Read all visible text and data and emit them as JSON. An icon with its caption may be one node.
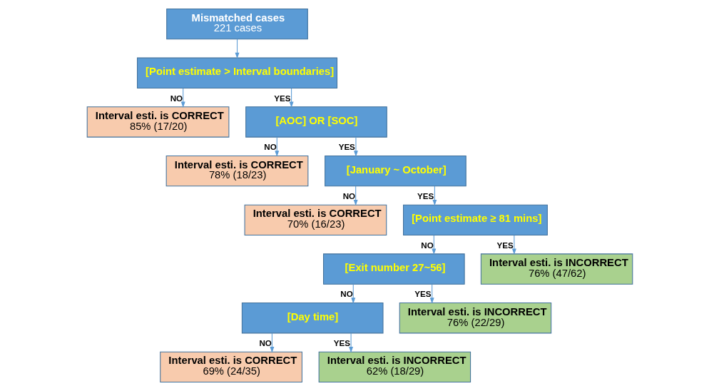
{
  "diagram": {
    "nodes": [
      {
        "text": [
          "Mismatched cases",
          "221 cases"
        ]
      },
      {
        "text": [
          "[Point estimate > Interval boundaries]"
        ]
      },
      {
        "text": [
          "Interval esti. is CORRECT",
          "85% (17/20)"
        ]
      },
      {
        "text": [
          "[AOC] OR [SOC]"
        ]
      },
      {
        "text": [
          "Interval esti. is CORRECT",
          "78% (18/23)"
        ]
      },
      {
        "text": [
          "[January ~ October]"
        ]
      },
      {
        "text": [
          "Interval esti. is CORRECT",
          "70% (16/23)"
        ]
      },
      {
        "text": [
          "[Point estimate ≥ 81 mins]"
        ]
      },
      {
        "text": [
          "[Exit number 27~56]"
        ]
      },
      {
        "text": [
          "Interval esti. is INCORRECT",
          "76% (47/62)"
        ]
      },
      {
        "text": [
          "[Day time]"
        ]
      },
      {
        "text": [
          "Interval esti. is INCORRECT",
          "76% (22/29)"
        ]
      },
      {
        "text": [
          "Interval esti. is CORRECT",
          "69% (24/35)"
        ]
      },
      {
        "text": [
          "Interval esti. is INCORRECT",
          "62% (18/29)"
        ]
      }
    ],
    "edges": [
      {
        "from": 0,
        "to": 1,
        "arrow": "to"
      },
      {
        "from": 1,
        "to": 2,
        "arrow": "to",
        "label": "NO"
      },
      {
        "from": 1,
        "to": 3,
        "arrow": "to",
        "label": "YES"
      },
      {
        "from": 3,
        "to": 4,
        "arrow": "to",
        "label": "NO"
      },
      {
        "from": 3,
        "to": 5,
        "arrow": "to",
        "label": "YES"
      },
      {
        "from": 5,
        "to": 6,
        "arrow": "to",
        "label": "NO"
      },
      {
        "from": 5,
        "to": 7,
        "arrow": "to",
        "label": "YES"
      },
      {
        "from": 7,
        "to": 8,
        "arrow": "to",
        "label": "NO"
      },
      {
        "from": 7,
        "to": 9,
        "arrow": "to",
        "label": "YES"
      },
      {
        "from": 8,
        "to": 10,
        "arrow": "to",
        "label": "NO"
      },
      {
        "from": 8,
        "to": 11,
        "arrow": "to",
        "label": "YES"
      },
      {
        "from": 10,
        "to": 12,
        "arrow": "to",
        "label": "NO"
      },
      {
        "from": 10,
        "to": 13,
        "arrow": "to",
        "label": "YES"
      }
    ]
  }
}
